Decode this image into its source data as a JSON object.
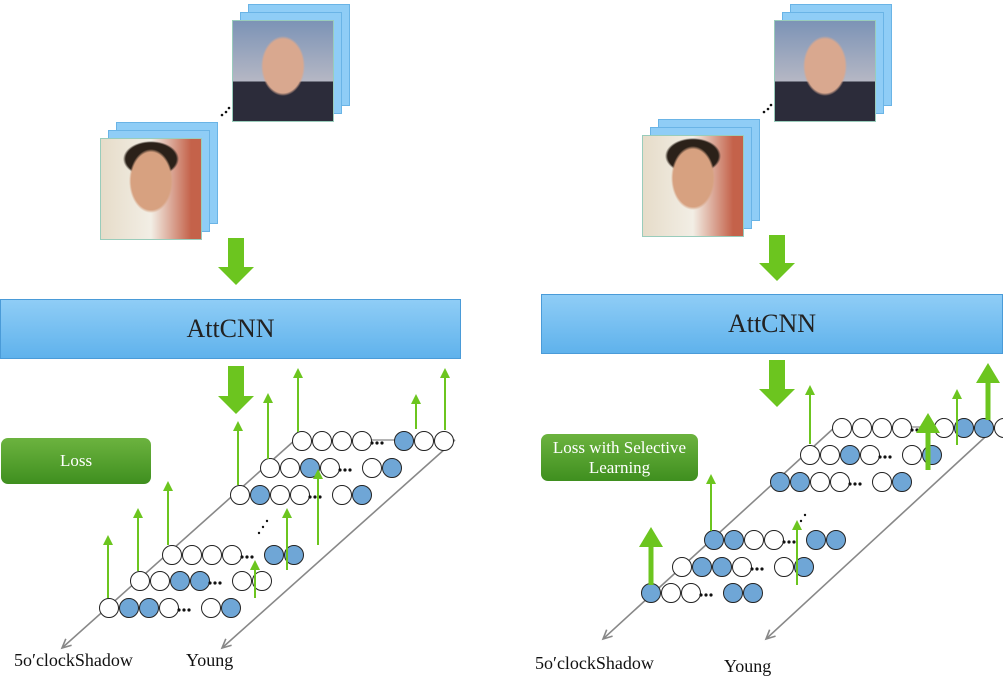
{
  "panels": [
    {
      "id": "left",
      "cnn_label": "AttCNN",
      "loss_label": "Loss",
      "axis_attribute_label": "5o′clockShadow",
      "axis_young_label": "Young"
    },
    {
      "id": "right",
      "cnn_label": "AttCNN",
      "loss_label": "Loss with Selective Learning",
      "axis_attribute_label": "5o′clockShadow",
      "axis_young_label": "Young"
    }
  ],
  "colors": {
    "arrow_green": "#6cc51f",
    "node_blue": "#6fa6d6",
    "cnn_blue": "#72bdf0",
    "loss_green": "#4e9d2a"
  }
}
